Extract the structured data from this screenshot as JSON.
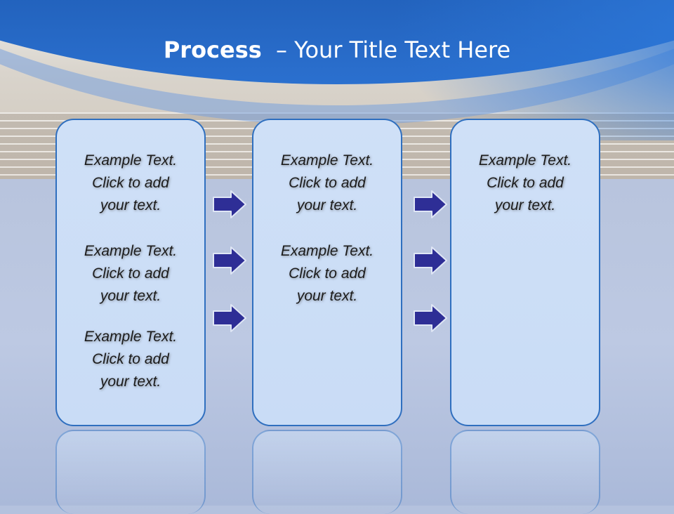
{
  "title": {
    "bold": "Process",
    "rest": "– Your Title Text Here"
  },
  "columns": [
    {
      "items": [
        {
          "line1": "Example Text.",
          "line2": "Click  to add",
          "line3": "your text."
        },
        {
          "line1": "Example Text.",
          "line2": "Click  to add",
          "line3": "your text."
        },
        {
          "line1": "Example Text.",
          "line2": "Click  to add",
          "line3": "your text."
        }
      ]
    },
    {
      "items": [
        {
          "line1": "Example Text.",
          "line2": "Click  to add",
          "line3": "your text."
        },
        {
          "line1": "Example Text.",
          "line2": "Click  to add",
          "line3": "your text."
        }
      ]
    },
    {
      "items": [
        {
          "line1": "Example Text.",
          "line2": "Click  to add",
          "line3": "your text."
        }
      ]
    }
  ],
  "colors": {
    "arrow_fill": "#2e2e96",
    "arrow_stroke": "#dfe6f5",
    "box_border": "#2f6fbf",
    "header_blue": "#1a55ab"
  }
}
